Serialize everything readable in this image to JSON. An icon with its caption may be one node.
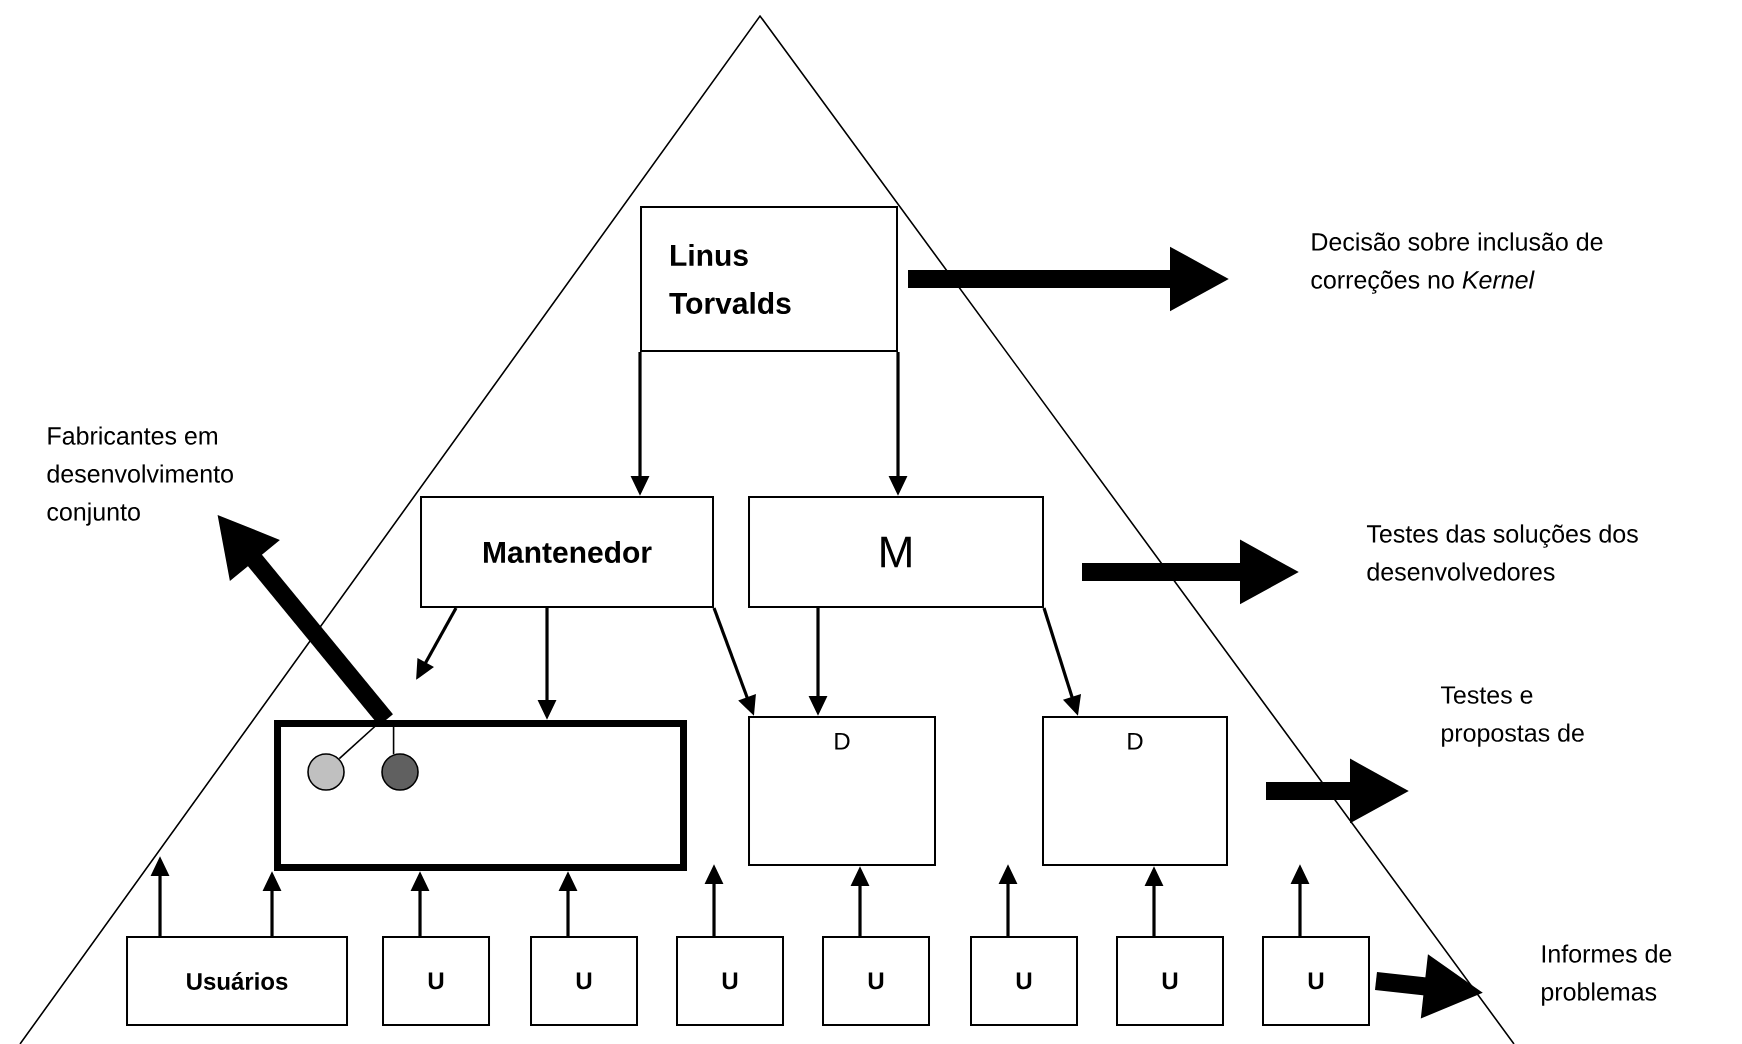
{
  "diagram": {
    "nodes": [
      {
        "text": [
          "Linus Torvalds"
        ]
      },
      {
        "text": [
          "Decisão sobre inclusão de correções no *Kernel*"
        ]
      },
      {
        "text": [
          "Fabricantes em desenvolvimento conjunto"
        ]
      },
      {
        "text": [
          "Mantenedor"
        ]
      },
      {
        "text": [
          "M"
        ]
      },
      {
        "text": [
          "Testes das soluções dos desenvolvedores"
        ]
      },
      {
        "text": [],
        "shape": "box"
      },
      {
        "text": [],
        "shape": "circle",
        "in": 6
      },
      {
        "text": [],
        "shape": "circle",
        "in": 6
      },
      {
        "text": [
          "D"
        ]
      },
      {
        "text": [
          "D"
        ]
      },
      {
        "text": [
          "Testes e propostas de"
        ]
      },
      {
        "text": [
          "Usuários"
        ]
      },
      {
        "text": [
          "U"
        ]
      },
      {
        "text": [
          "U"
        ]
      },
      {
        "text": [
          "U"
        ]
      },
      {
        "text": [
          "U"
        ]
      },
      {
        "text": [
          "U"
        ]
      },
      {
        "text": [
          "U"
        ]
      },
      {
        "text": [
          "U"
        ]
      },
      {
        "text": [
          "Informes de problemas"
        ]
      }
    ],
    "edges": [
      {
        "from": 0,
        "to": 3,
        "arrow": "to"
      },
      {
        "from": 0,
        "to": 4,
        "arrow": "to"
      },
      {
        "from": 0,
        "to": 1,
        "arrow": "to",
        "style": "thick"
      },
      {
        "from": 4,
        "to": 5,
        "arrow": "to",
        "style": "thick"
      },
      {
        "from": 6,
        "to": 2,
        "arrow": "to",
        "style": "thick"
      },
      {
        "from": 7,
        "to": 6,
        "arrow": "none"
      },
      {
        "from": 8,
        "to": 6,
        "arrow": "none"
      },
      {
        "from": 3,
        "to": 6,
        "arrow": "to"
      },
      {
        "from": 3,
        "to": 6,
        "arrow": "to"
      },
      {
        "from": 3,
        "to": 9,
        "arrow": "to"
      },
      {
        "from": 4,
        "to": 9,
        "arrow": "to"
      },
      {
        "from": 4,
        "to": 10,
        "arrow": "to"
      },
      {
        "from": 10,
        "to": 11,
        "arrow": "to",
        "style": "thick"
      },
      {
        "from": 12,
        "to": null,
        "arrow": "to"
      },
      {
        "from": 12,
        "to": 6,
        "arrow": "to"
      },
      {
        "from": 13,
        "to": 6,
        "arrow": "to"
      },
      {
        "from": 14,
        "to": 6,
        "arrow": "to"
      },
      {
        "from": 15,
        "to": null,
        "arrow": "to"
      },
      {
        "from": 16,
        "to": 9,
        "arrow": "to"
      },
      {
        "from": 17,
        "to": null,
        "arrow": "to"
      },
      {
        "from": 18,
        "to": 10,
        "arrow": "to"
      },
      {
        "from": 19,
        "to": null,
        "arrow": "to"
      },
      {
        "from": 19,
        "to": 20,
        "arrow": "to",
        "style": "thick"
      }
    ]
  }
}
